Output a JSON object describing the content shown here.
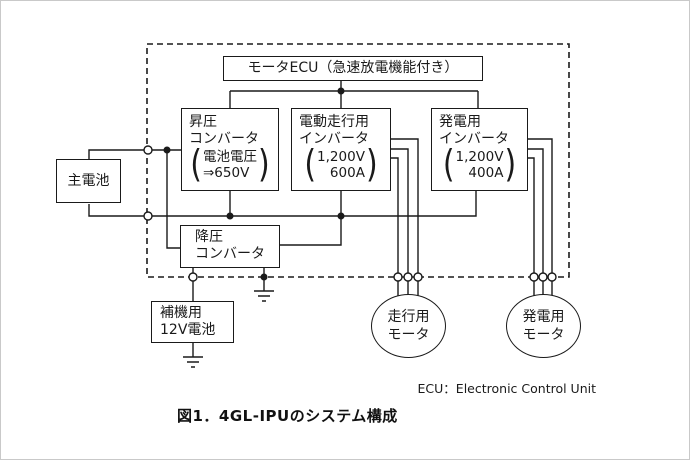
{
  "ecu": {
    "label": "モータECU（急速放電機能付き）"
  },
  "boost": {
    "name1": "昇圧",
    "name2": "コンバータ",
    "val1": "電池電圧",
    "val2": "⇒650V"
  },
  "drive_inv": {
    "name1": "電動走行用",
    "name2": "インバータ",
    "val1": "1,200V",
    "val2": "600A"
  },
  "gen_inv": {
    "name1": "発電用",
    "name2": "インバータ",
    "val1": "1,200V",
    "val2": "400A"
  },
  "buck": {
    "name1": "降圧",
    "name2": "コンバータ"
  },
  "main_battery": {
    "label": "主電池"
  },
  "aux_battery": {
    "line1": "補機用",
    "line2": "12V電池"
  },
  "drive_motor": {
    "line1": "走行用",
    "line2": "モータ"
  },
  "gen_motor": {
    "line1": "発電用",
    "line2": "モータ"
  },
  "footer": {
    "ecu_note": "ECU：Electronic Control Unit",
    "caption": "図1．4GL-IPUのシステム構成"
  },
  "colors": {
    "line": "#1a1a1a",
    "background": "#ffffff",
    "frame": "#c9c9c9"
  }
}
